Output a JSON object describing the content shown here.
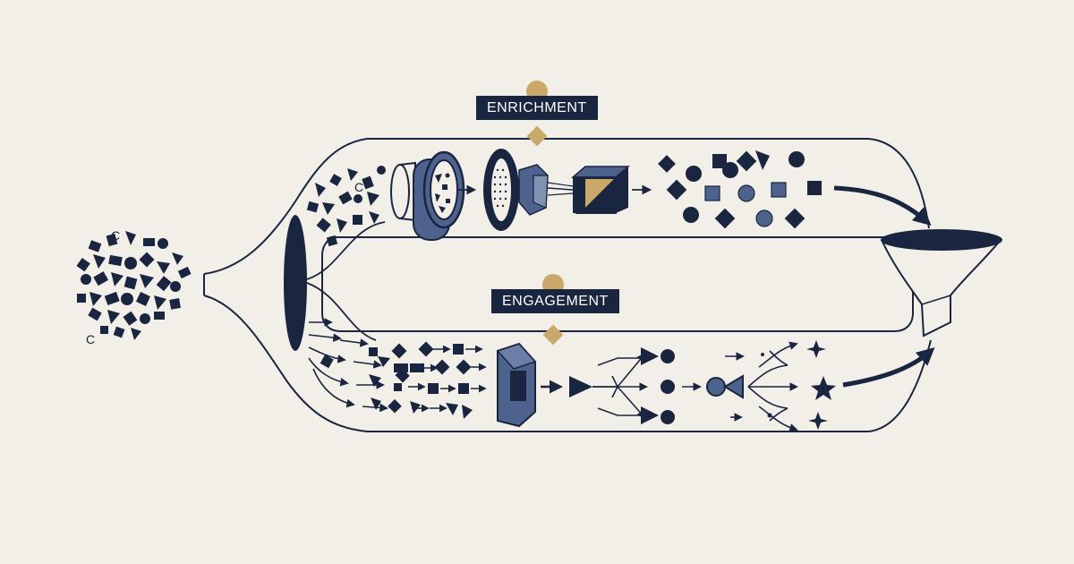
{
  "labels": {
    "enrichment": "ENRICHMENT",
    "engagement": "ENGAGEMENT"
  },
  "colors": {
    "background": "#f2efe8",
    "navy": "#1a2540",
    "slate": "#4d628c",
    "gold": "#c9a86a",
    "outline": "#1a2540"
  },
  "stages": {
    "enrichment": [
      "scattered-fragments",
      "filter-cylinder",
      "sieve-disc",
      "prism-cube",
      "sorted-shapes"
    ],
    "engagement": [
      "arrow-streams",
      "shape-columns",
      "funnel-block",
      "branching-tree",
      "star-outputs"
    ]
  }
}
